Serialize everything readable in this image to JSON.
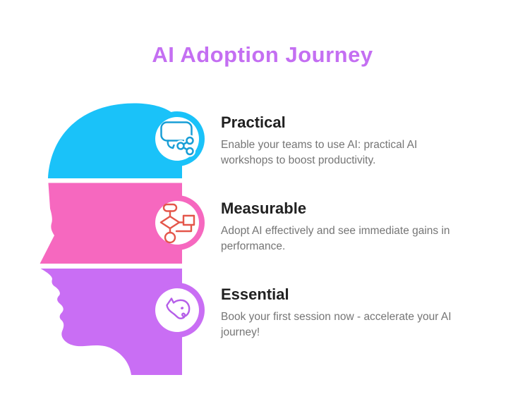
{
  "title": "AI Adoption Journey",
  "colors": {
    "background": "#ffffff",
    "title_color": "#c46ff2",
    "practical": "#1ac2f9",
    "measurable": "#f668bf",
    "essential": "#c96ef4",
    "icon_practical": "#189ed6",
    "icon_measurable": "#e4564a",
    "icon_essential": "#b55ee8",
    "heading_text": "#212121",
    "body_text": "#757575"
  },
  "sections": [
    {
      "title": "Practical",
      "description": "Enable your teams to use AI: practical AI workshops to boost productivity.",
      "icon": "speech-bubble-share-icon",
      "color": "#1ac2f9"
    },
    {
      "title": "Measurable",
      "description": "Adopt AI effectively and see immediate gains in performance.",
      "icon": "flowchart-icon",
      "color": "#f668bf"
    },
    {
      "title": "Essential",
      "description": "Book your first session now - accelerate your AI journey!",
      "icon": "elephant-icon",
      "color": "#c96ef4"
    }
  ]
}
